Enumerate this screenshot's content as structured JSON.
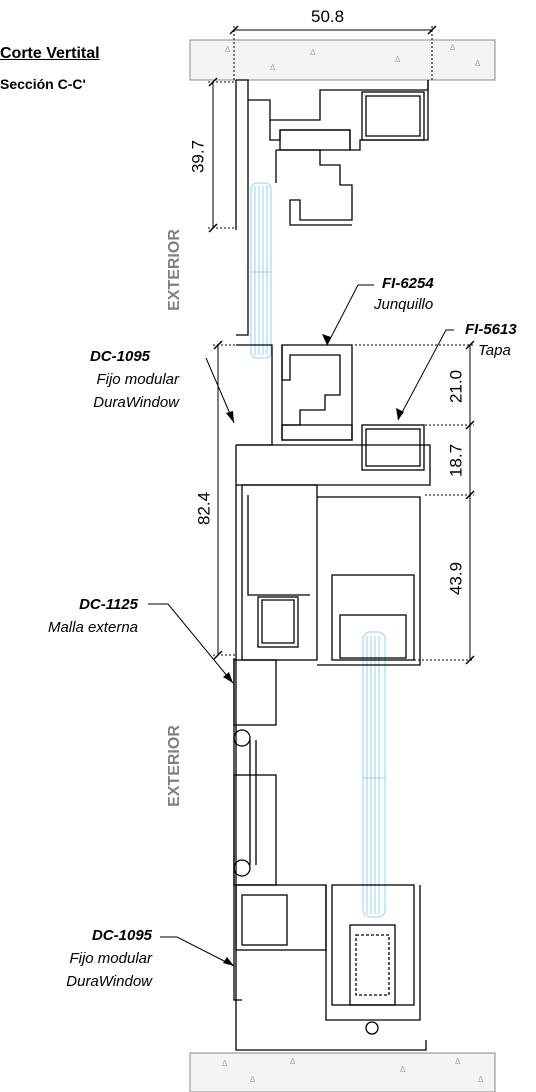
{
  "title": "Corte Vertital",
  "subtitle": "Sección C-C'",
  "dimensions": {
    "top_width": "50.8",
    "top_height": "39.7",
    "overall_height": "82.4",
    "d1": "21.0",
    "d2": "18.7",
    "d3": "43.9"
  },
  "side_labels": {
    "upper": "EXTERIOR",
    "lower": "EXTERIOR"
  },
  "callouts": [
    {
      "code": "FI-6254",
      "lines": [
        "Junquillo"
      ]
    },
    {
      "code": "FI-5613",
      "lines": [
        "Tapa"
      ]
    },
    {
      "code": "DC-1095",
      "lines": [
        "Fijo modular",
        "DuraWindow"
      ]
    },
    {
      "code": "DC-1125",
      "lines": [
        "Malla externa"
      ]
    },
    {
      "code": "DC-1095",
      "lines": [
        "Fijo modular",
        "DuraWindow"
      ]
    }
  ],
  "colors": {
    "glass": "#8fd3f0",
    "line": "#000000",
    "concrete": "#f2f2f2",
    "label_gray": "#808080"
  }
}
